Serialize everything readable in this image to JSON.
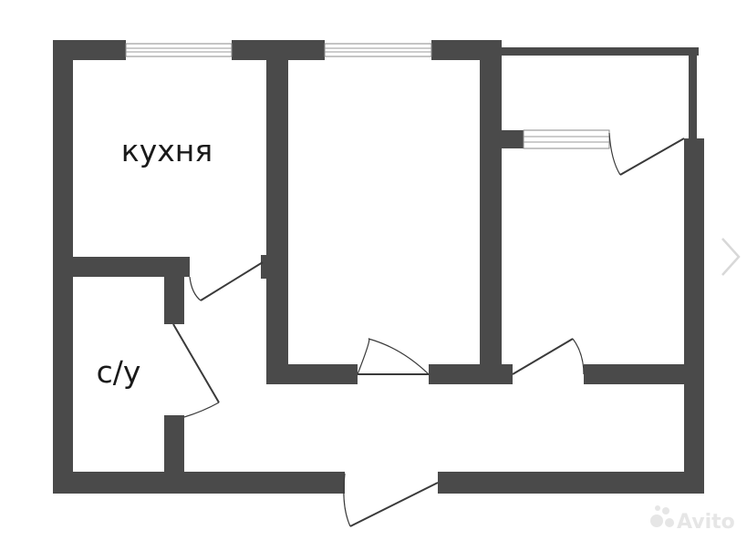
{
  "rooms": {
    "kitchen": {
      "label": "кухня"
    },
    "bathroom": {
      "label": "с/у"
    }
  },
  "watermark": {
    "label": "Avito",
    "color": "#e6e6e6"
  },
  "icons": {
    "next": "chevron-right-icon"
  },
  "colors": {
    "wall": "#4a4a4a",
    "background": "#ffffff"
  }
}
